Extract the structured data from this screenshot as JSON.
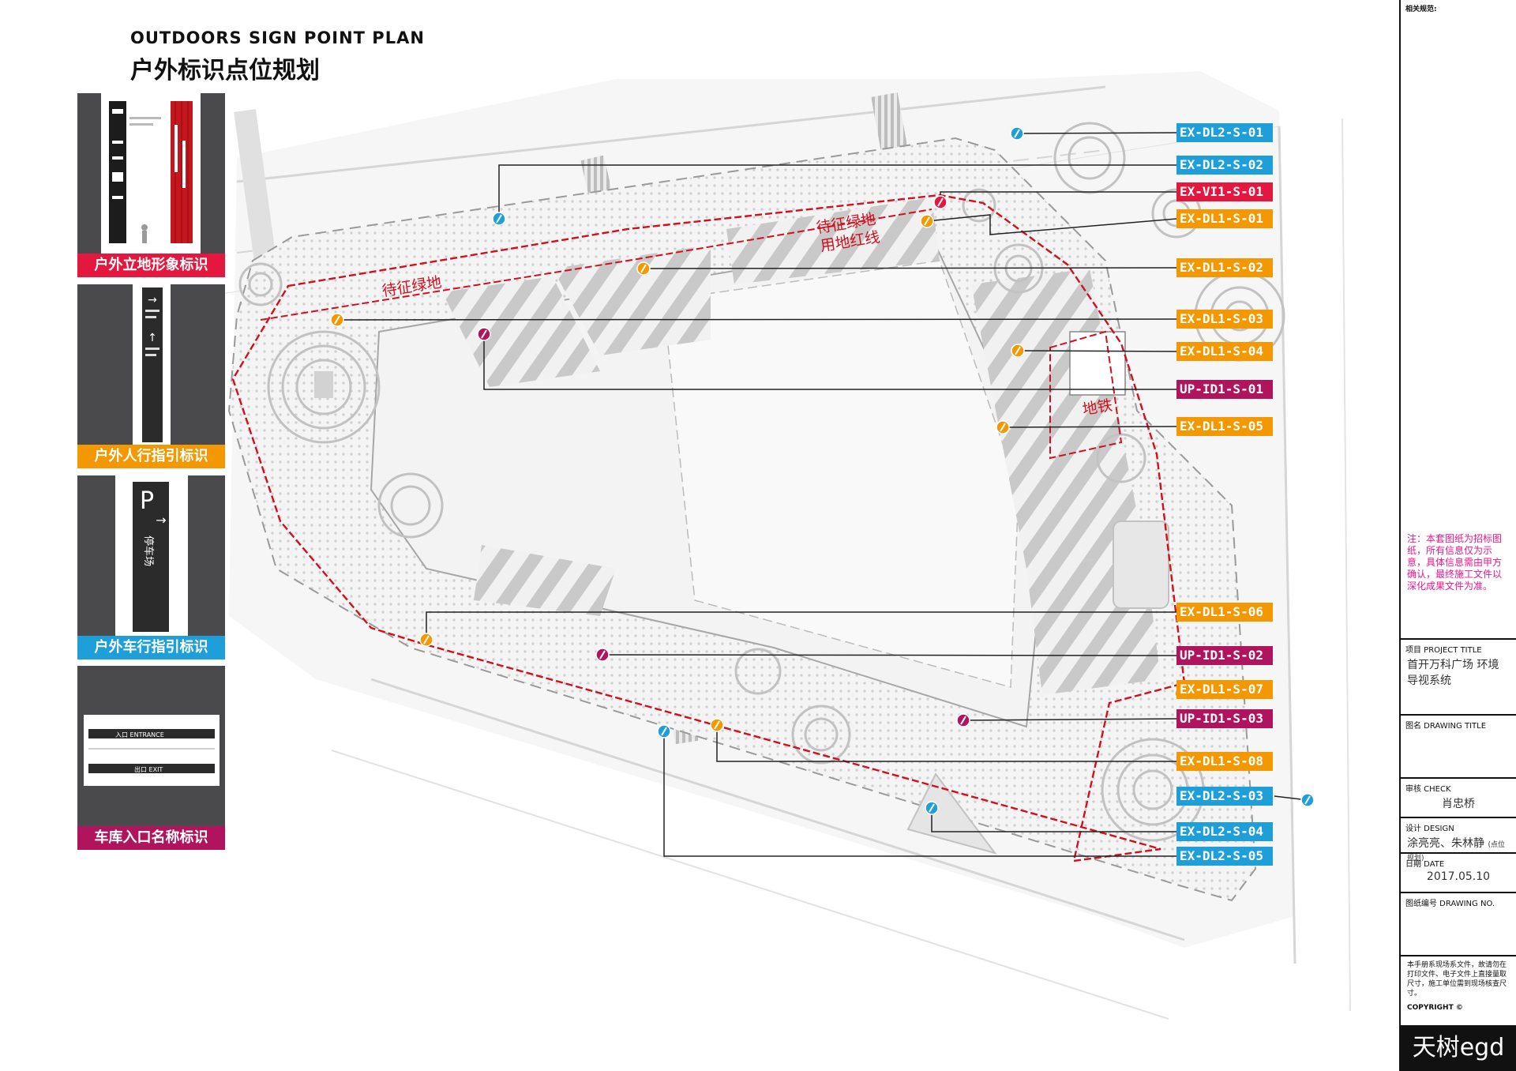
{
  "header": {
    "title_en": "OUTDOORS SIGN POINT PLAN",
    "title_cn": "户外标识点位规划"
  },
  "legend": [
    {
      "caption": "户外立地形象标识",
      "color": "#e4173e"
    },
    {
      "caption": "户外人行指引标识",
      "color": "#f39800"
    },
    {
      "caption": "户外车行指引标识",
      "color": "#1e9fd9"
    },
    {
      "caption": "车库入口名称标识",
      "color": "#b0145c"
    }
  ],
  "legend_art": {
    "pedestrian_arrows": [
      "→",
      "↑"
    ],
    "vehicle_symbol": "P",
    "vehicle_arrow": "→",
    "vehicle_text": "停车场",
    "entrance_top": "入口 ENTRANCE",
    "entrance_bottom": "出口 EXIT"
  },
  "map_labels": {
    "green_left": "待征绿地",
    "green_right_1": "待征绿地",
    "green_right_2": "用地红线",
    "subway": "地铁"
  },
  "categories": {
    "DL2": "#1e9fd9",
    "VI1": "#e4173e",
    "DL1": "#f39800",
    "ID1": "#b0145c"
  },
  "callouts": [
    {
      "code": "EX-DL2-S-01",
      "cat": "DL2"
    },
    {
      "code": "EX-DL2-S-02",
      "cat": "DL2"
    },
    {
      "code": "EX-VI1-S-01",
      "cat": "VI1"
    },
    {
      "code": "EX-DL1-S-01",
      "cat": "DL1"
    },
    {
      "code": "EX-DL1-S-02",
      "cat": "DL1"
    },
    {
      "code": "EX-DL1-S-03",
      "cat": "DL1"
    },
    {
      "code": "EX-DL1-S-04",
      "cat": "DL1"
    },
    {
      "code": "UP-ID1-S-01",
      "cat": "ID1"
    },
    {
      "code": "EX-DL1-S-05",
      "cat": "DL1"
    },
    {
      "code": "EX-DL1-S-06",
      "cat": "DL1"
    },
    {
      "code": "UP-ID1-S-02",
      "cat": "ID1"
    },
    {
      "code": "EX-DL1-S-07",
      "cat": "DL1"
    },
    {
      "code": "UP-ID1-S-03",
      "cat": "ID1"
    },
    {
      "code": "EX-DL1-S-08",
      "cat": "DL1"
    },
    {
      "code": "EX-DL2-S-03",
      "cat": "DL2"
    },
    {
      "code": "EX-DL2-S-04",
      "cat": "DL2"
    },
    {
      "code": "EX-DL2-S-05",
      "cat": "DL2"
    }
  ],
  "title_block": {
    "related_spec": "相关规范:",
    "note": "注：本套图纸为招标图纸，所有信息仅为示意，具体信息需由甲方确认，最终施工文件以深化成果文件为准。",
    "project_label": "项目 PROJECT TITLE",
    "project_value": "首开万科广场 环境导视系统",
    "drawing_label": "图名 DRAWING TITLE",
    "drawing_value": "",
    "check_label": "审核 CHECK",
    "check_value": "肖忠桥",
    "design_label": "设计 DESIGN",
    "design_value": "涂亮亮、朱林静",
    "design_sub": "(点位规划)",
    "date_label": "日期 DATE",
    "date_value": "2017.05.10",
    "number_label": "图纸编号 DRAWING NO.",
    "number_value": "",
    "copyright_text": "本手册系现场系文件，故请勿在打印文件、电子文件上直接量取尺寸，施工单位需到现场核查尺寸。",
    "copyright_label": "COPYRIGHT ©",
    "logo": "天树egd"
  }
}
